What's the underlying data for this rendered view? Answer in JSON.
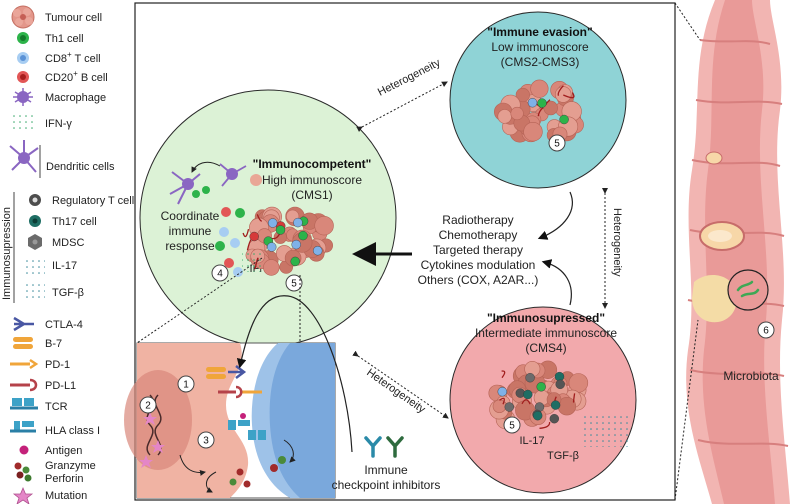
{
  "legend": {
    "tumour_cell": "Tumour cell",
    "th1_cell": "Th1 cell",
    "cd8_base": "CD8",
    "cd8_sup": "+",
    "cd8_rest": " T cell",
    "cd20_base": "CD20",
    "cd20_sup": "+",
    "cd20_rest": " B cell",
    "macrophage": "Macrophage",
    "ifn_gamma": "IFN-γ",
    "dendritic_cells": "Dendritic cells",
    "immunosupression": "Immunosupression",
    "regulatory_t_cell": "Regulatory T cell",
    "th17_cell": "Th17 cell",
    "mdsc": "MDSC",
    "il17": "IL-17",
    "tgf_beta": "TGF-β",
    "ctla4": "CTLA-4",
    "b7": "B-7",
    "pd1": "PD-1",
    "pdl1": "PD-L1",
    "tcr": "TCR",
    "hla_class_1": "HLA class I",
    "antigen": "Antigen",
    "granzyme": "Granzyme",
    "perforin": "Perforin",
    "mutation": "Mutation"
  },
  "circles": {
    "immunocompetent": {
      "title": "\"Immunocompetent\"",
      "line1": "High immunoscore",
      "line2": "(CMS1)",
      "coord1": "Coordinate",
      "coord2": "immune",
      "coord3": "response",
      "ifn": "IFN-γ"
    },
    "immune_evasion": {
      "title": "\"Immune evasion\"",
      "line1": "Low immunoscore",
      "line2": "(CMS2-CMS3)"
    },
    "immunosupressed": {
      "title": "\"Immunosupressed\"",
      "line1": "Intermediate immunoscore",
      "line2": "(CMS4)",
      "il17": "IL-17",
      "tgf": "TGF-β"
    }
  },
  "heterogeneity": "Heterogeneity",
  "therapies": [
    "Radiotherapy",
    "Chemotherapy",
    "Targeted therapy",
    "Cytokines modulation",
    "Others (COX, A2AR...)"
  ],
  "checkpoint": {
    "line1": "Immune",
    "line2": "checkpoint inhibitors"
  },
  "microbiota": "Microbiota",
  "numbers": {
    "n1": "1",
    "n2": "2",
    "n3": "3",
    "n4": "4",
    "n5": "5",
    "n6": "6"
  },
  "colors": {
    "green_circle": "#dcf2d6",
    "teal_circle": "#8fd3d6",
    "pink_circle": "#f2a9ac",
    "tumour": "#d9877a",
    "th1": "#2db34a",
    "cd8": "#7fb1e8",
    "cd20": "#d63a3a",
    "treg": "#555555",
    "th17": "#1f6e64",
    "mdsc": "#6b6b6b",
    "colon": "#eea5a5"
  }
}
